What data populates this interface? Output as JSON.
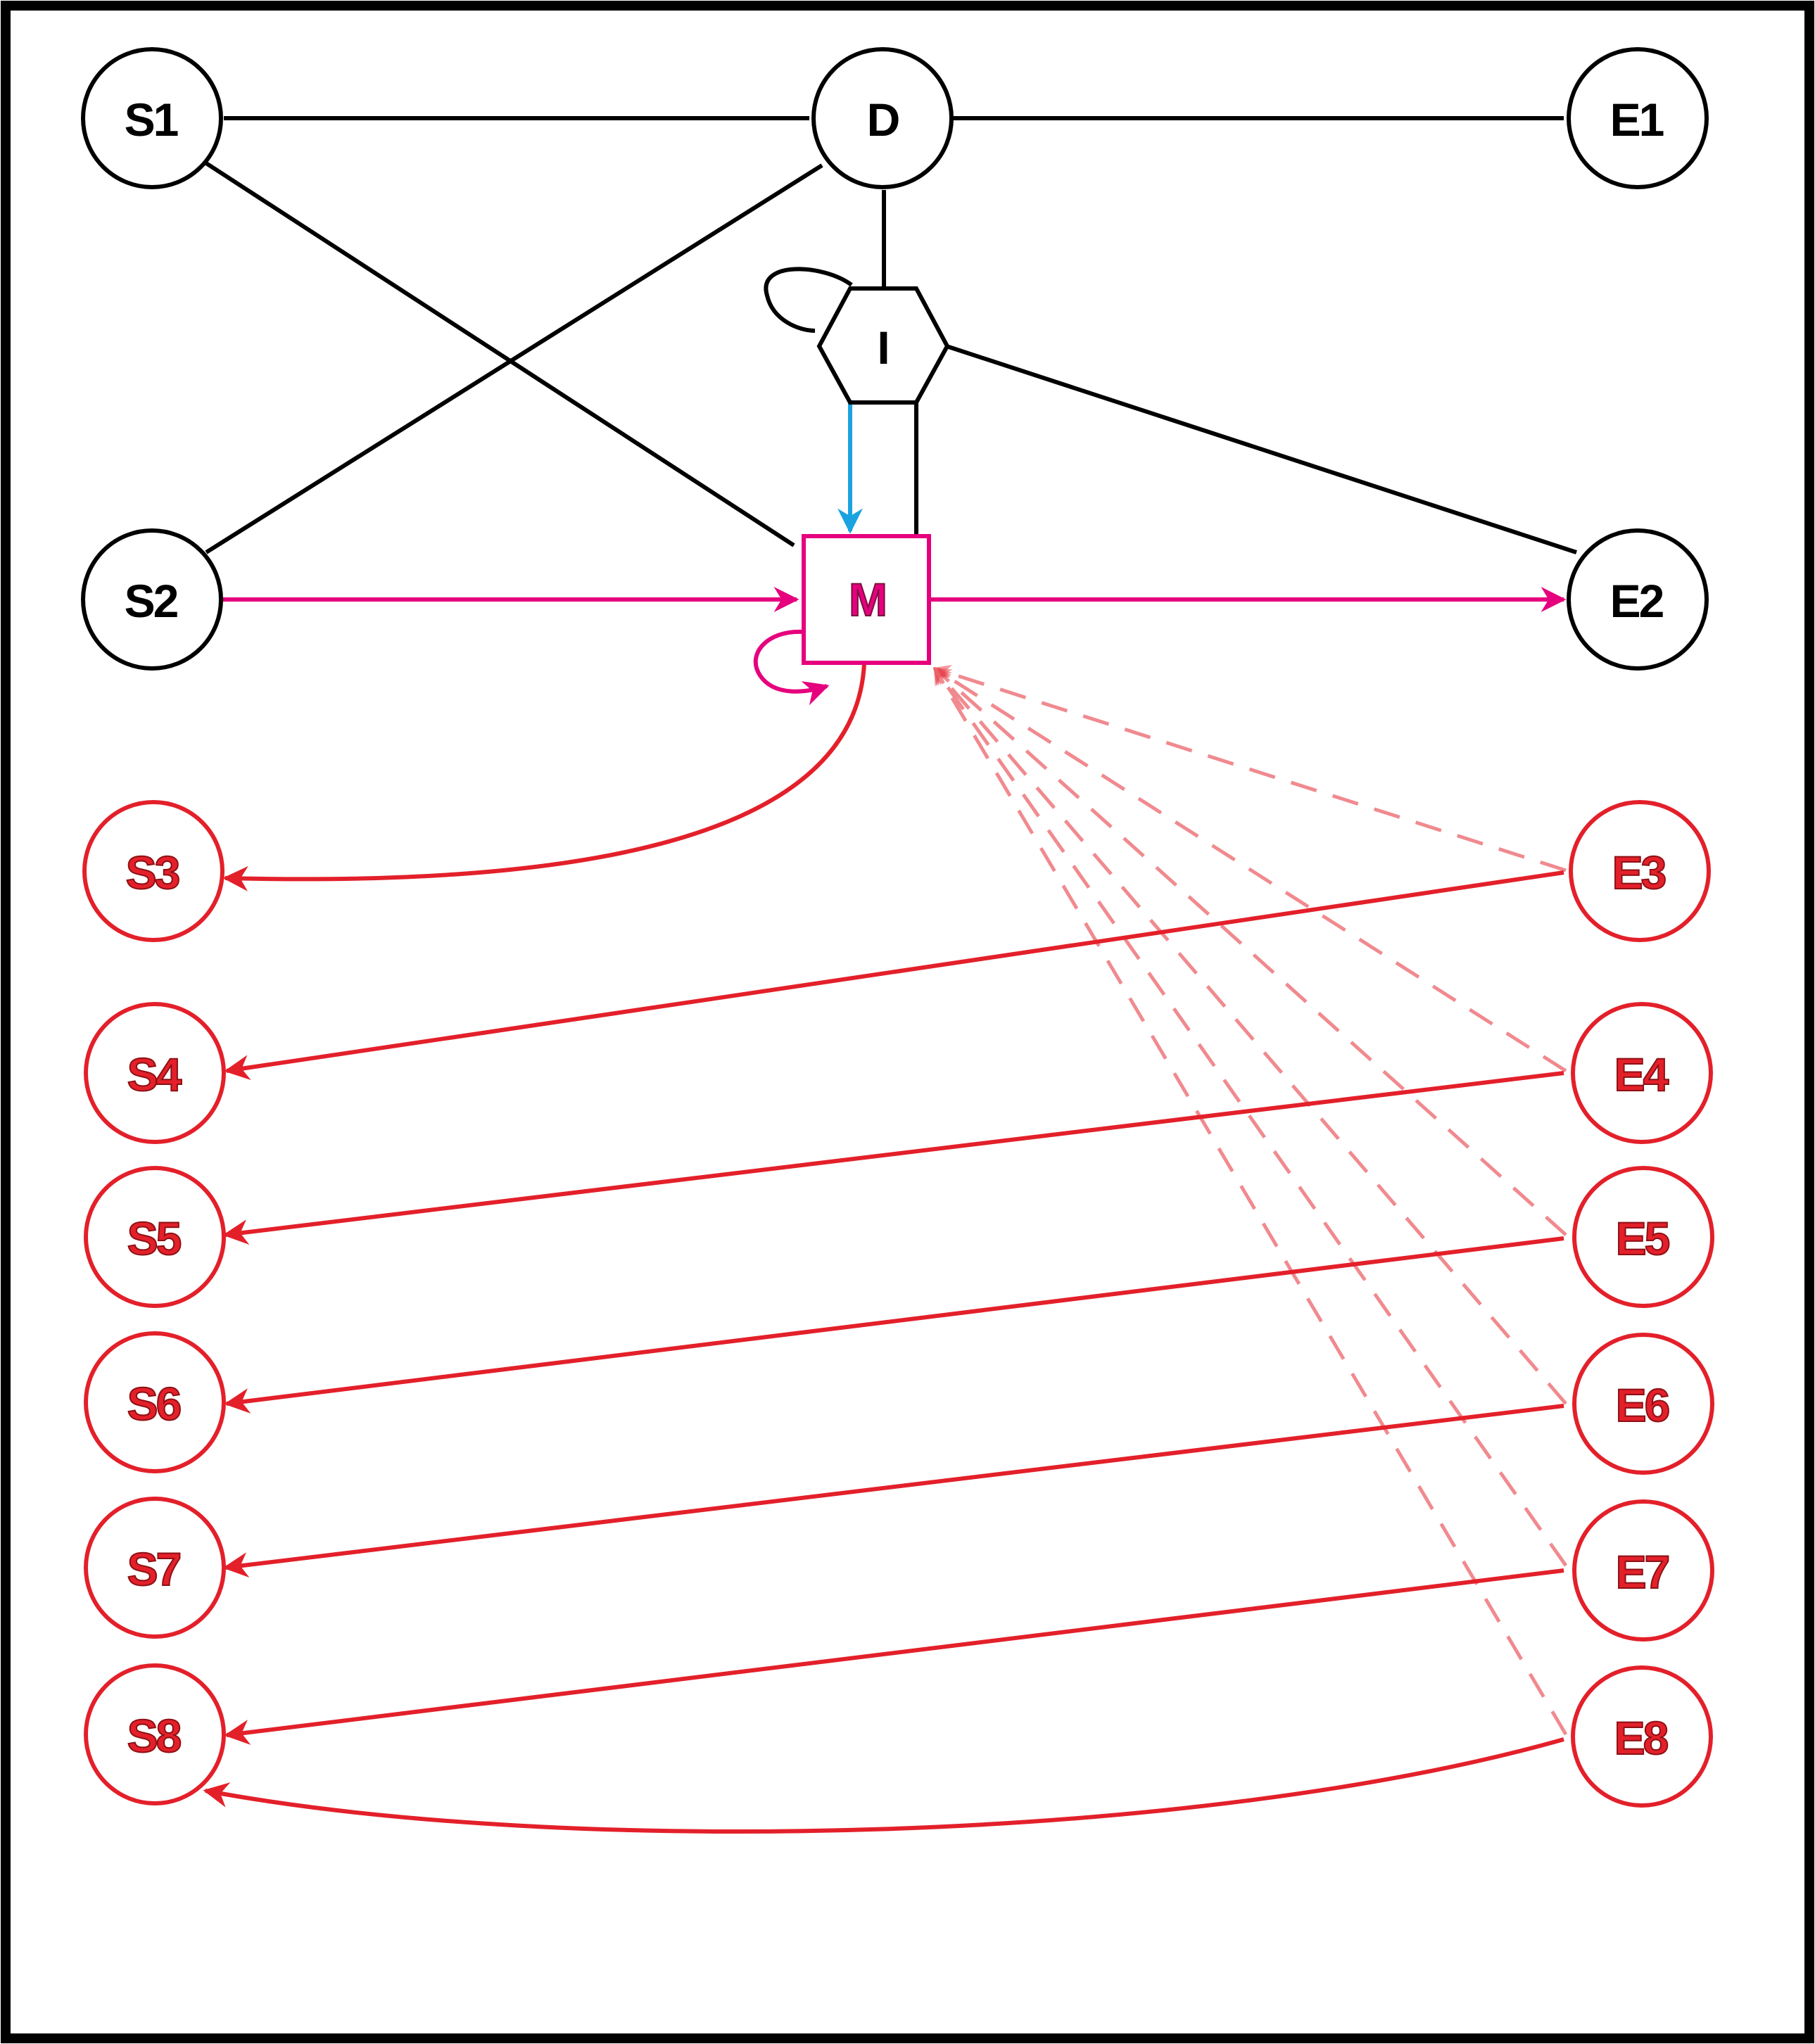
{
  "colors": {
    "black": "#000000",
    "magenta": "#e6007e",
    "blue": "#1aa3e0",
    "red": "#e3202a",
    "red_light": "#f08a8f",
    "label_red": "#e3202a",
    "label_red_stroke": "#8c1014",
    "label_magenta": "#e6007e",
    "label_magenta_stroke": "#7a1040"
  },
  "nodes": {
    "S1": "S1",
    "D": "D",
    "E1": "E1",
    "I": "I",
    "S2": "S2",
    "M": "M",
    "E2": "E2",
    "S3": "S3",
    "S4": "S4",
    "S5": "S5",
    "S6": "S6",
    "S7": "S7",
    "S8": "S8",
    "E3": "E3",
    "E4": "E4",
    "E5": "E5",
    "E6": "E6",
    "E7": "E7",
    "E8": "E8"
  }
}
